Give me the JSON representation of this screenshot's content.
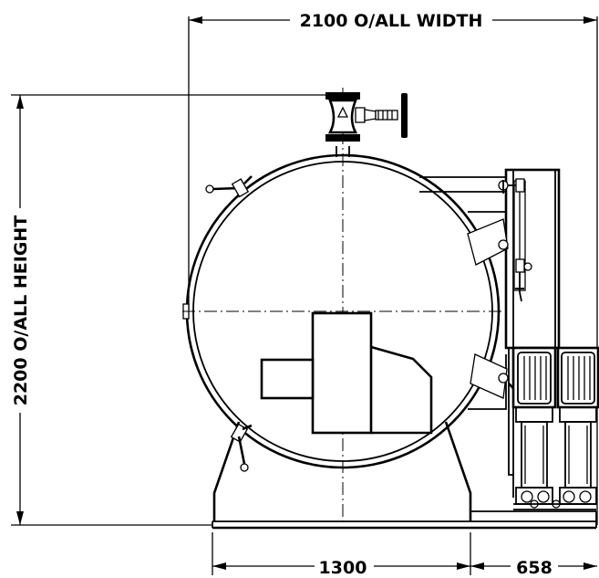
{
  "drawing": {
    "title": "Boiler side elevation",
    "dimensions": {
      "overall_width": "2100 O/ALL WIDTH",
      "overall_height": "2200 O/ALL HEIGHT",
      "base_width": "1300",
      "pump_skid_width": "658"
    },
    "components": [
      "boiler-shell",
      "top-valve",
      "burner",
      "base-saddle",
      "control-panel",
      "pump-1",
      "pump-2",
      "sight-glass",
      "door-hinges"
    ],
    "line_color": "#000000",
    "background": "#ffffff"
  }
}
